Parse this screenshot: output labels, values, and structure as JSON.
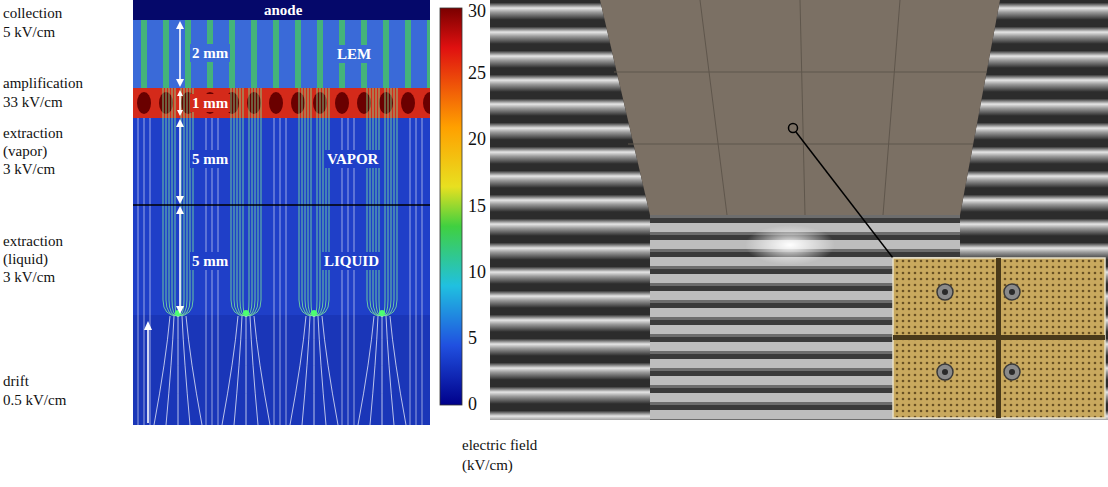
{
  "diagram": {
    "labels": [
      "anode",
      "collection",
      "5 kV/cm",
      "2 mm",
      "LEM",
      "amplification",
      "1 mm",
      "33 kV/cm",
      "extraction",
      "(vapor)",
      "3 kV/cm",
      "5 mm",
      "VAPOR",
      "extraction",
      "(liquid)",
      "3 kV/cm",
      "5 mm",
      "LIQUID",
      "drift",
      "0.5 kV/cm",
      "30",
      "25",
      "20",
      "15",
      "10",
      "5",
      "0",
      "electric field",
      "(kV/cm)"
    ]
  }
}
